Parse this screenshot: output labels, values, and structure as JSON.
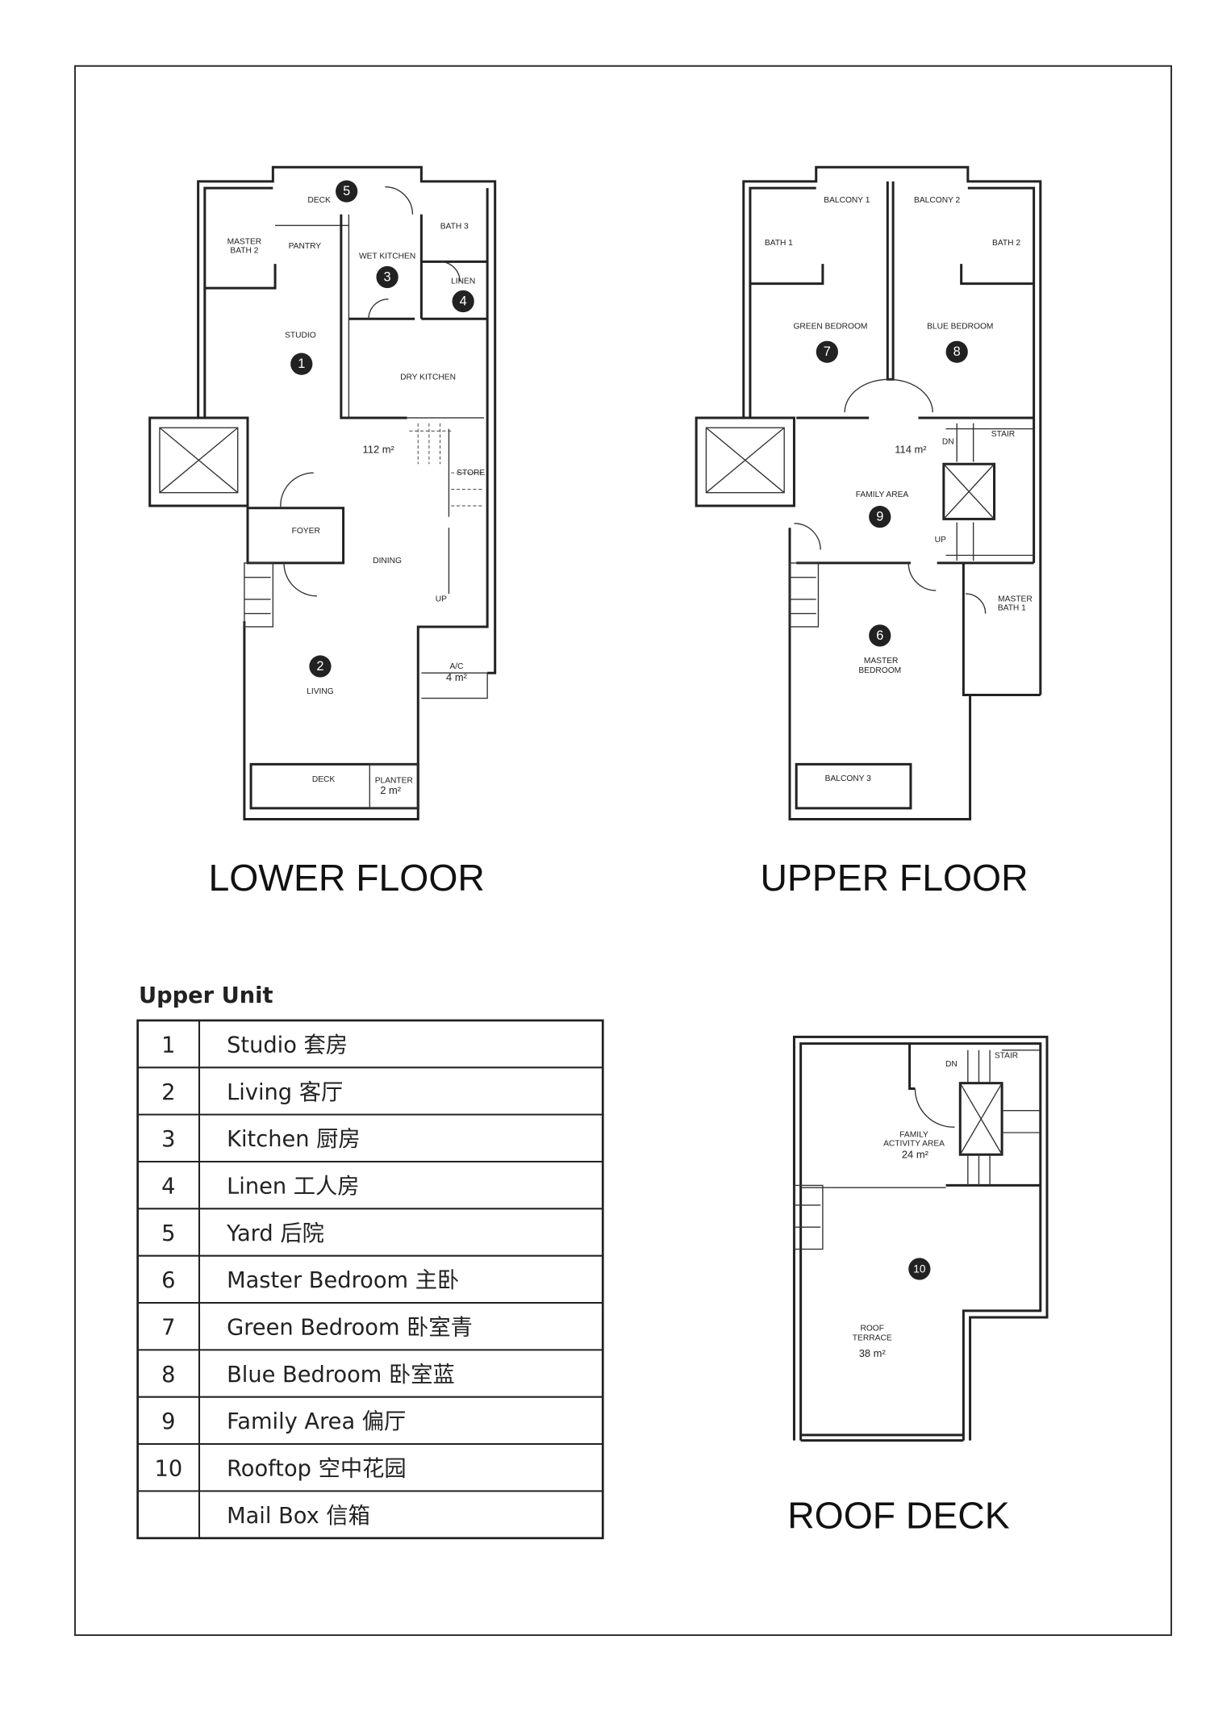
{
  "lower_floor": {
    "title": "LOWER FLOOR",
    "area": "112 m²",
    "rooms": {
      "deck_top": "DECK",
      "pantry": "PANTRY",
      "master_bath_2a": "MASTER",
      "master_bath_2b": "BATH 2",
      "bath3": "BATH 3",
      "wet_kitchen": "WET KITCHEN",
      "linen": "LINEN",
      "studio": "STUDIO",
      "dry_kitchen": "DRY KITCHEN",
      "store": "STORE",
      "foyer": "FOYER",
      "dining": "DINING",
      "up": "UP",
      "ac": "A/C",
      "ac_area": "4 m²",
      "living": "LIVING",
      "deck_bottom": "DECK",
      "planter": "PLANTER",
      "planter_area": "2 m²"
    },
    "markers": [
      "5",
      "3",
      "4",
      "1",
      "2"
    ]
  },
  "upper_floor": {
    "title": "UPPER FLOOR",
    "area": "114 m²",
    "rooms": {
      "balcony1": "BALCONY 1",
      "balcony2": "BALCONY 2",
      "bath1": "BATH 1",
      "bath2": "BATH 2",
      "green_bedroom": "GREEN BEDROOM",
      "blue_bedroom": "BLUE BEDROOM",
      "dn": "DN",
      "stair": "STAIR",
      "family_area": "FAMILY AREA",
      "up": "UP",
      "master_bath_1a": "MASTER",
      "master_bath_1b": "BATH 1",
      "master_bedroom_a": "MASTER",
      "master_bedroom_b": "BEDROOM",
      "balcony3": "BALCONY 3"
    },
    "markers": [
      "7",
      "8",
      "9",
      "6"
    ]
  },
  "roof_deck": {
    "title": "ROOF DECK",
    "rooms": {
      "stair": "STAIR",
      "dn": "DN",
      "family_a": "FAMILY",
      "family_b": "ACTIVITY AREA",
      "family_area": "24 m²",
      "roof_a": "ROOF",
      "roof_b": "TERRACE",
      "roof_area": "38 m²"
    },
    "markers": [
      "10"
    ]
  },
  "legend": {
    "heading": "Upper Unit",
    "rows": [
      {
        "num": "1",
        "label": "Studio 套房"
      },
      {
        "num": "2",
        "label": "Living 客厅"
      },
      {
        "num": "3",
        "label": "Kitchen 厨房"
      },
      {
        "num": "4",
        "label": "Linen 工人房"
      },
      {
        "num": "5",
        "label": "Yard 后院"
      },
      {
        "num": "6",
        "label": "Master Bedroom 主卧"
      },
      {
        "num": "7",
        "label": "Green Bedroom 卧室青"
      },
      {
        "num": "8",
        "label": "Blue Bedroom 卧室蓝"
      },
      {
        "num": "9",
        "label": "Family Area 偏厅"
      },
      {
        "num": "10",
        "label": "Rooftop 空中花园"
      },
      {
        "num": "",
        "label": "Mail Box 信箱"
      }
    ]
  }
}
